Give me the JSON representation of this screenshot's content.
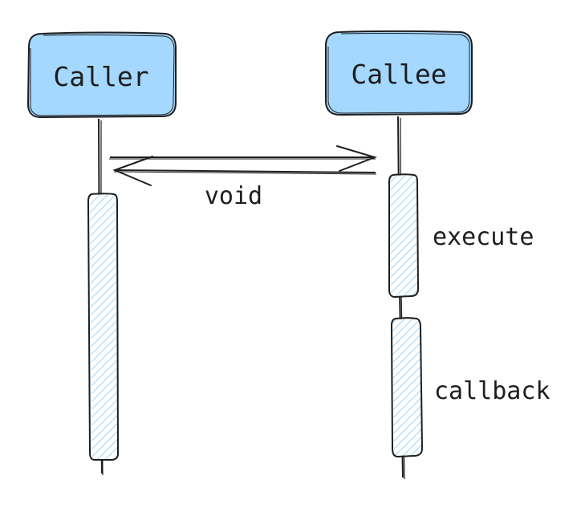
{
  "participants": [
    {
      "name": "Caller"
    },
    {
      "name": "Callee"
    }
  ],
  "messages": [
    {
      "label": "void"
    }
  ],
  "activations": [
    {
      "label": "execute"
    },
    {
      "label": "callback"
    }
  ],
  "colors": {
    "actor_fill": "#a5d8ff",
    "activation_hatch": "#a5d8ff",
    "stroke": "#1e1e1e"
  }
}
